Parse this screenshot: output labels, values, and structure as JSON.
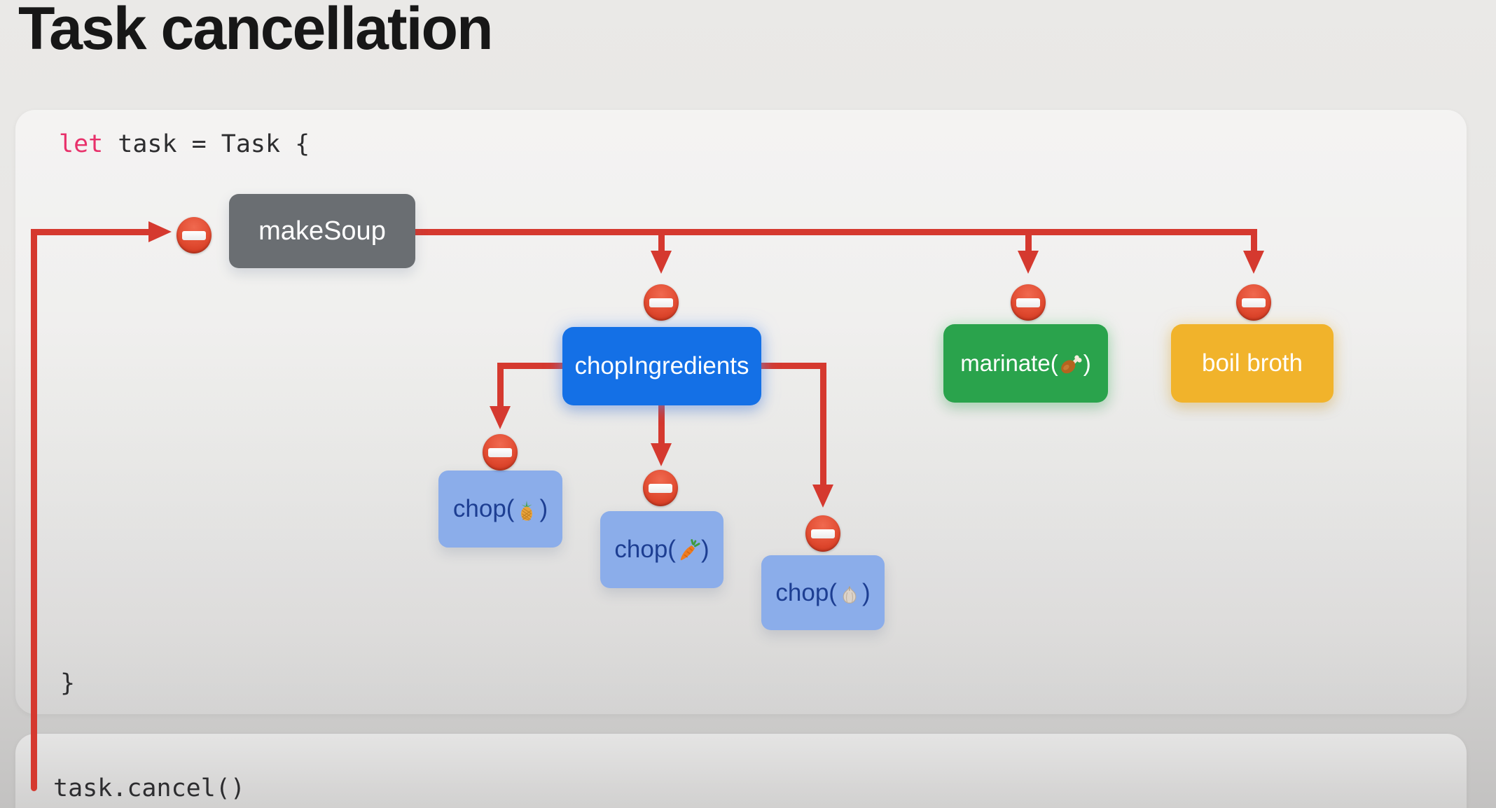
{
  "title": "Task cancellation",
  "code": {
    "keyword": "let",
    "declaration": " task = Task {",
    "closing_brace": "}",
    "cancel_call": "task.cancel()"
  },
  "nodes": {
    "make_soup": {
      "label": "makeSoup",
      "color": "#6a6e72"
    },
    "chop_ingredients": {
      "label": "chopIngredients",
      "color": "#1470e6"
    },
    "marinate": {
      "prefix": "marinate(",
      "emoji": "🍗",
      "suffix": ")",
      "color": "#2aa34c"
    },
    "boil_broth": {
      "label": "boil broth",
      "color": "#f1b32b"
    },
    "chop_pineapple": {
      "prefix": "chop(",
      "emoji": "🍍",
      "suffix": ")",
      "color": "#8badea"
    },
    "chop_carrot": {
      "prefix": "chop(",
      "emoji": "🥕",
      "suffix": ")",
      "color": "#8badea"
    },
    "chop_garlic": {
      "prefix": "chop(",
      "emoji": "🧄",
      "suffix": ")",
      "color": "#8badea"
    }
  },
  "icons": {
    "no_entry": "⛔",
    "count_no_entry": 7
  },
  "colors": {
    "connector_red": "#d5392f",
    "keyword_pink": "#e8316b",
    "code_text": "#2d2d2f",
    "chop_text_navy": "#1d3e92",
    "no_entry_red": "#d93b22",
    "panel_background": "#f1f0ee",
    "page_background": "#e7e6e4"
  }
}
